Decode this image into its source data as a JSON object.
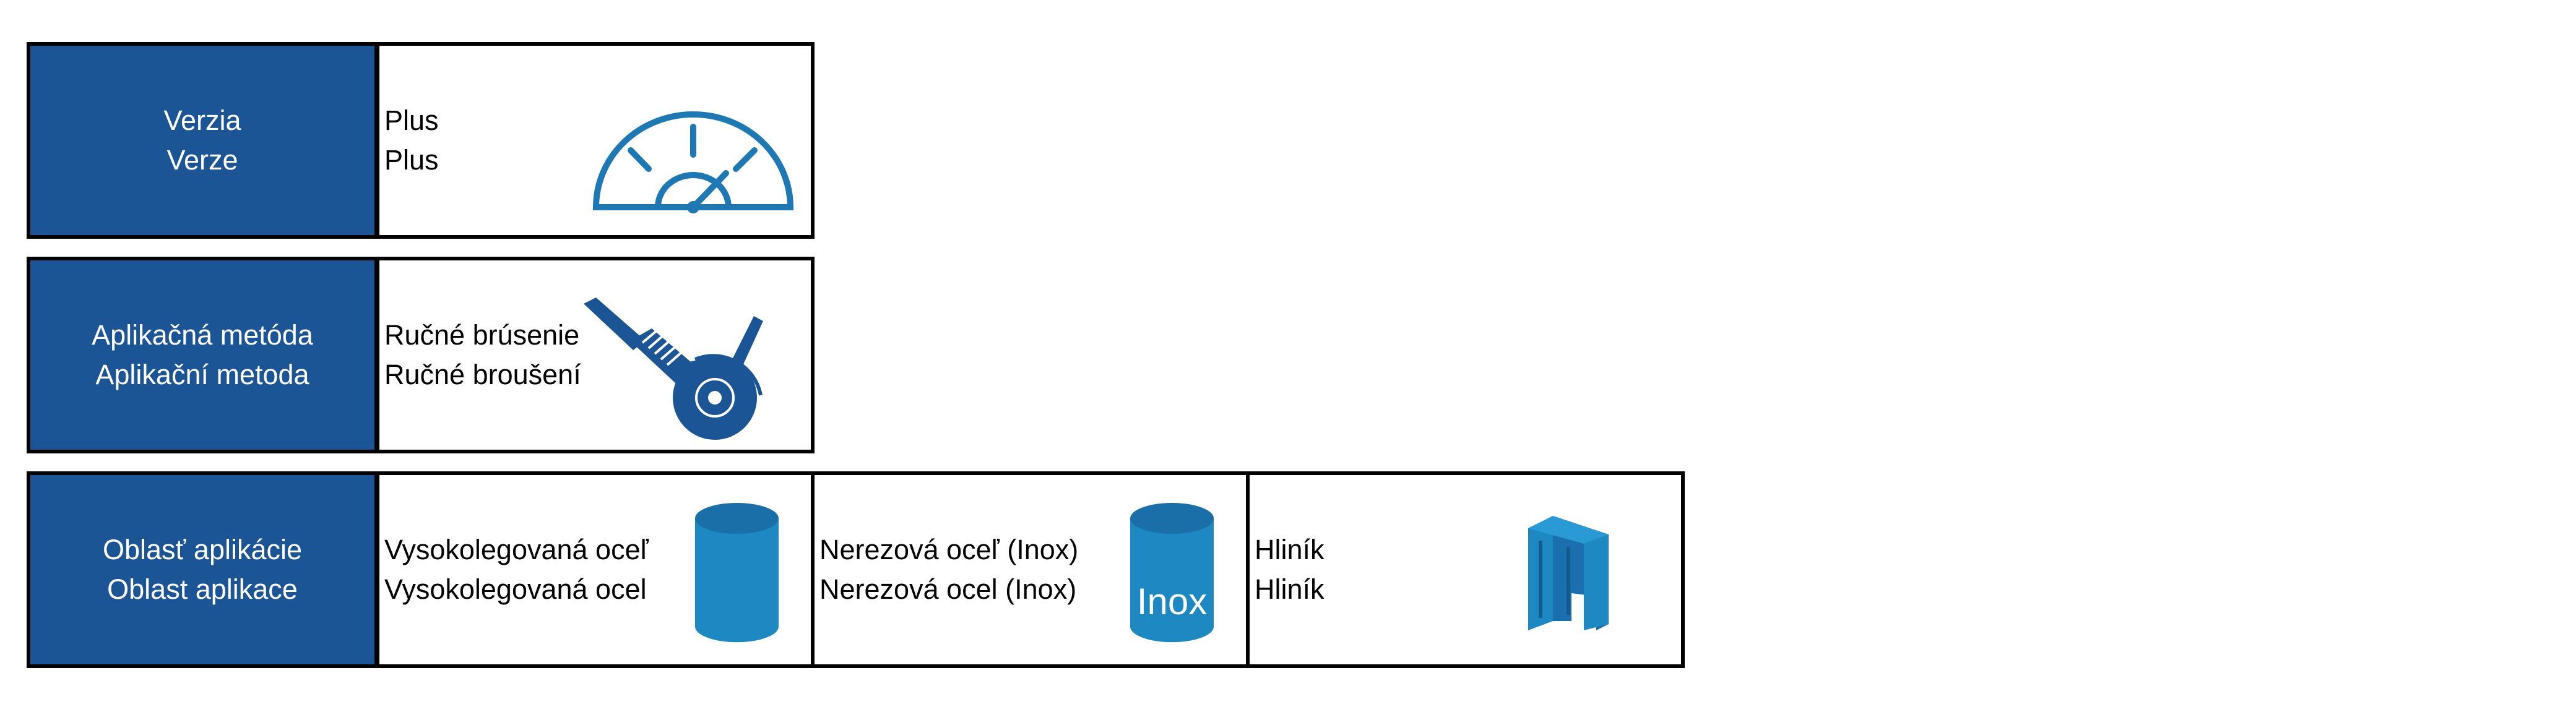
{
  "rows": [
    {
      "header": {
        "sk": "Verzia",
        "cz": "Verze"
      },
      "cells": [
        {
          "sk": "Plus",
          "cz": "Plus",
          "icon": "gauge-icon"
        }
      ]
    },
    {
      "header": {
        "sk": "Aplikačná metóda",
        "cz": "Aplikační metoda"
      },
      "cells": [
        {
          "sk": "Ručné brúsenie",
          "cz": "Ručné broušení",
          "icon": "angle-grinder-icon"
        }
      ]
    },
    {
      "header": {
        "sk": "Oblasť aplikácie",
        "cz": "Oblast aplikace"
      },
      "cells": [
        {
          "sk": "Vysokolegovaná oceľ",
          "cz": "Vysokolegovaná ocel",
          "icon": "cylinder-icon"
        },
        {
          "sk": "Nerezová oceľ (Inox)",
          "cz": "Nerezová ocel (Inox)",
          "icon": "inox-cylinder-icon",
          "icon_label": "Inox"
        },
        {
          "sk": "Hliník",
          "cz": "Hliník",
          "icon": "aluminium-profile-icon"
        }
      ]
    }
  ],
  "colors": {
    "header_bg": "#1c5596",
    "icon_blue": "#1e78b4",
    "icon_dark": "#1c5596"
  }
}
